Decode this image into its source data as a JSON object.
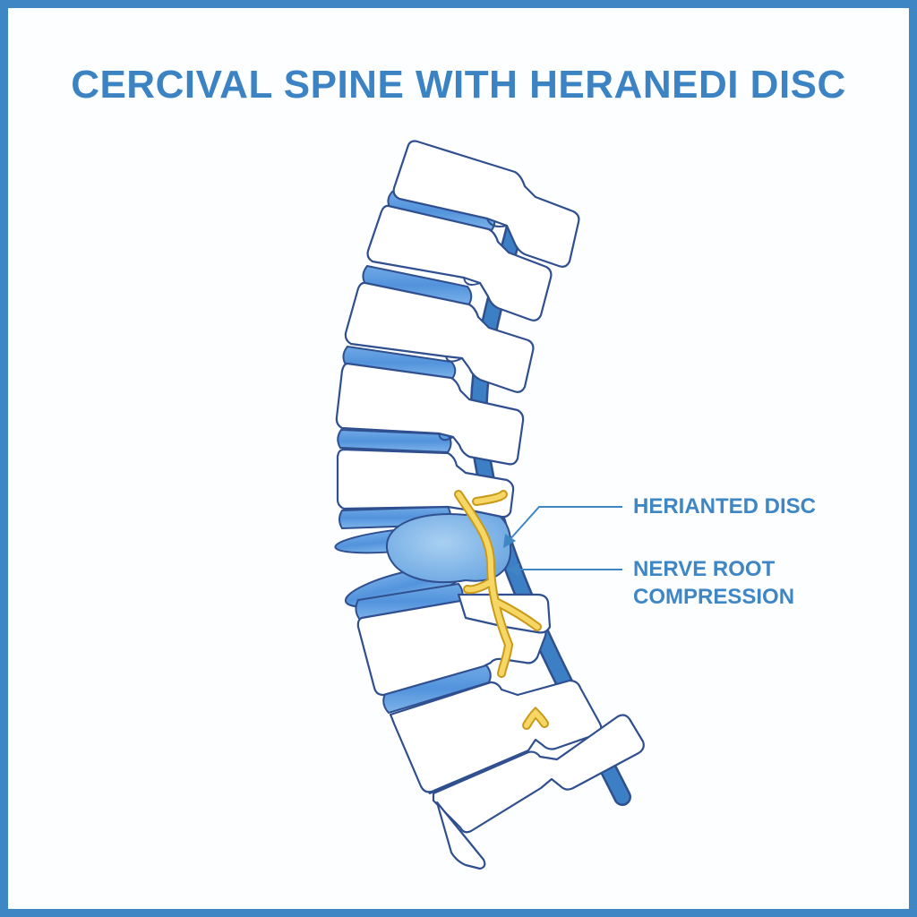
{
  "title": "CERCIVAL SPINE WITH HERANEDI DISC",
  "labels": {
    "herniated_disc": "HERIANTED DISC",
    "nerve_root_line1": "NERVE ROOT",
    "nerve_root_line2": "COMPRESSION"
  },
  "colors": {
    "frame": "#3f86c4",
    "title": "#3c83c3",
    "outline": "#2f4f8f",
    "vertebra_fill": "#ffffff",
    "disc_fill": "#5b9be0",
    "herniation_fill": "#8cc0ec",
    "spinal_cord": "#3c7fc4",
    "nerve": "#f2c94c",
    "label": "#3f86c4"
  }
}
